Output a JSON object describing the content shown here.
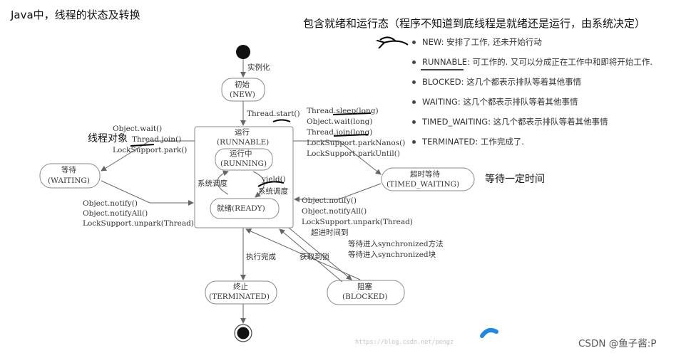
{
  "title": "Java中，线程的状态及转换",
  "heading": "包含就绪和运行态（程序不知道到底线程是就绪还是运行，由系统决定）",
  "legend": [
    "NEW: 安排了工作, 还未开始行动",
    "RUNNABLE: 可工作的. 又可以分成正在工作中和即将开始工作.",
    "BLOCKED: 这几个都表示排队等着其他事情",
    "WAITING: 这几个都表示排队等着其他事情",
    "TIMED_WAITING: 这几个都表示排队等着其他事情",
    "TERMINATED: 工作完成了."
  ],
  "states": {
    "new": {
      "name": "初始",
      "en": "(NEW)"
    },
    "runnable": {
      "name": "运行",
      "en": "(RUNNABLE)"
    },
    "running": {
      "name": "运行中",
      "en": "(RUNNING)"
    },
    "ready": "就绪(READY)",
    "waiting": {
      "name": "等待",
      "en": "(WAITING)"
    },
    "timed_waiting": {
      "name": "超时等待",
      "en": "(TIMED_WAITING)"
    },
    "terminated": {
      "name": "终止",
      "en": "(TERMINATED)"
    },
    "blocked": {
      "name": "阻塞",
      "en": "(BLOCKED)"
    }
  },
  "edges": {
    "instantiate": "实例化",
    "start": "Thread.start()",
    "to_waiting": [
      "Object.wait()",
      "Thread.join()",
      "LockSupport.park()"
    ],
    "from_waiting": [
      "Object.notify()",
      "Object.notifyAll()",
      "LockSupport.unpark(Thread)"
    ],
    "to_timed": [
      "Thread.sleep(long)",
      "Object.wait(long)",
      "Thread.join(long)",
      "LockSupport.parkNanos()",
      "LockSupport.parkUntil()"
    ],
    "from_timed": [
      "Object.notify()",
      "Object.notifyAll()",
      "LockSupport.unpark(Thread)"
    ],
    "sched_left": "系统调度",
    "yield": "yield()",
    "sched_right": "系统调度",
    "timeout": "超进时间到",
    "to_blocked": [
      "等待进入synchronized方法",
      "等待进入synchronized块"
    ],
    "finish": "执行完成",
    "acquire": "获取到锁"
  },
  "annotations": {
    "thread_object": "线程对象",
    "timed_note": "等待一定时间"
  },
  "watermark": "https://blog.csdn.net/pengz",
  "csdn": "CSDN @鱼子酱:P"
}
